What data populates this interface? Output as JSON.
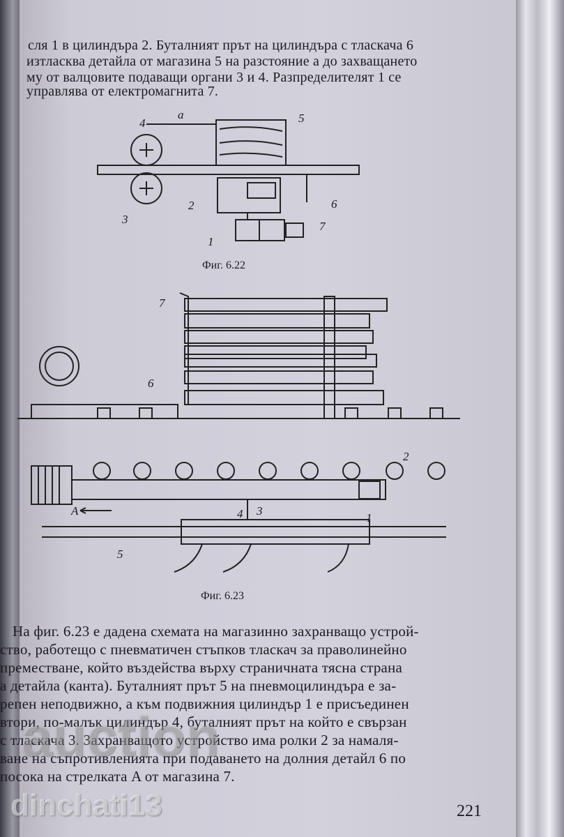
{
  "top_paragraph": [
    "сля 1 в цилиндъра 2. Буталният прът на цилиндъра с тласкача 6",
    "изтласква детайла от магазина 5 на разстояние a до захващането",
    "му от валцовите подаващи органи 3 и 4. Разпределителят 1 се",
    "управлява от електромагнита 7."
  ],
  "figure_1": {
    "caption": "Фиг. 6.22",
    "labels": [
      "4",
      "a",
      "5",
      "6",
      "2",
      "3",
      "7",
      "1"
    ]
  },
  "figure_2": {
    "caption": "Фиг. 6.23",
    "labels": [
      "7",
      "6",
      "2",
      "A",
      "4",
      "3",
      "1",
      "5"
    ]
  },
  "main_paragraph": [
    "На фиг. 6.23 е дадена схемата на магазинно захранващо устрой-",
    "ство, работещо с пневматичен  стъпков  тласкач за праволинейно",
    "преместване, който въздейства върху страничната тясна страна",
    "а детайла (канта). Буталният прът 5 на пневмоцилиндъра  е  за-",
    "репен неподвижно, а към подвижния цилиндър 1 е присъединен",
    "втори, по-малък цилиндър 4, буталният прът на който е свързан",
    "с тласкача 3. Захранващото  устройство има ролки 2 за намаля-",
    "ване на съпротивленията  при подаването на долния детайл 6 по",
    "посока на стрелката A от магазина 7."
  ],
  "page_number": "221",
  "watermark": {
    "logo": "auction",
    "user": "dinchati13"
  }
}
